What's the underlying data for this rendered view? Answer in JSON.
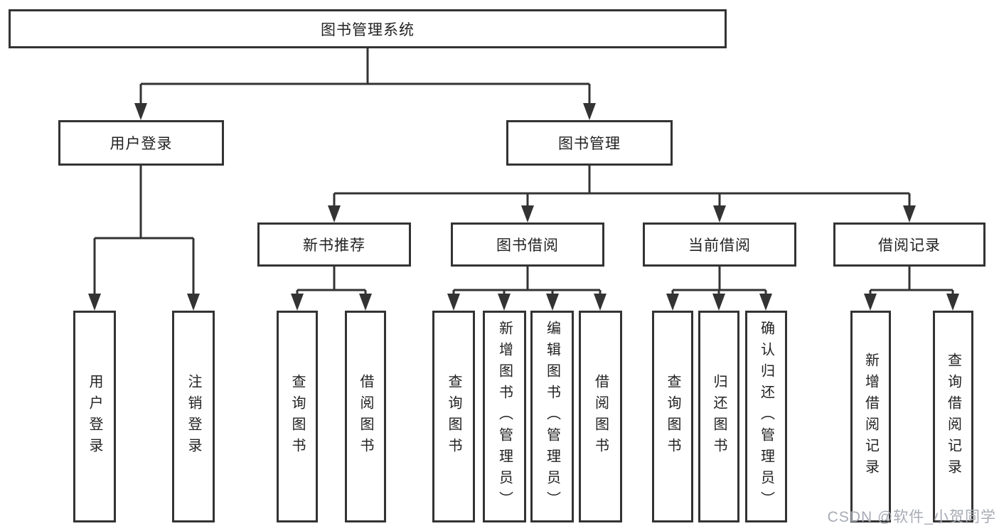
{
  "diagram": {
    "type": "hierarchy-diagram",
    "background_color": "#ffffff",
    "line_color": "#333333",
    "text_color": "#222222",
    "watermark": "CSDN @软件_小贺同学",
    "tree": {
      "label": "图书管理系统",
      "children": [
        {
          "label": "用户登录",
          "children": [
            {
              "label": "用户登录"
            },
            {
              "label": "注销登录"
            }
          ]
        },
        {
          "label": "图书管理",
          "children": [
            {
              "label": "新书推荐",
              "children": [
                {
                  "label": "查询图书"
                },
                {
                  "label": "借阅图书"
                }
              ]
            },
            {
              "label": "图书借阅",
              "children": [
                {
                  "label": "查询图书"
                },
                {
                  "label": "新增图书（管理员）"
                },
                {
                  "label": "编辑图书（管理员）"
                },
                {
                  "label": "借阅图书"
                }
              ]
            },
            {
              "label": "当前借阅",
              "children": [
                {
                  "label": "查询图书"
                },
                {
                  "label": "归还图书"
                },
                {
                  "label": "确认归还（管理员）"
                }
              ]
            },
            {
              "label": "借阅记录",
              "children": [
                {
                  "label": "新增借阅记录"
                },
                {
                  "label": "查询借阅记录"
                }
              ]
            }
          ]
        }
      ]
    }
  }
}
